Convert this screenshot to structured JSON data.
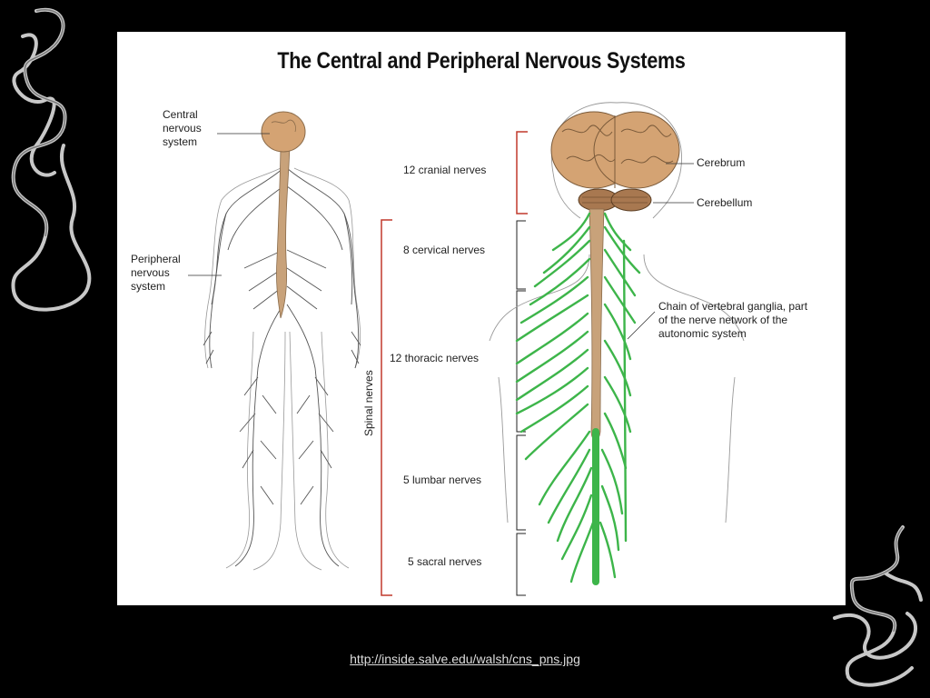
{
  "diagram": {
    "title": "The Central and Peripheral Nervous Systems",
    "left_labels": {
      "cns": "Central\nnervous\nsystem",
      "pns": "Peripheral\nnervous\nsystem"
    },
    "nerve_groups": {
      "cranial": "12 cranial nerves",
      "cervical": "8 cervical nerves",
      "thoracic": "12 thoracic nerves",
      "lumbar": "5 lumbar nerves",
      "sacral": "5 sacral nerves"
    },
    "spinal_nerves_label": "Spinal nerves",
    "right_labels": {
      "cerebrum": "Cerebrum",
      "cerebellum": "Cerebellum",
      "ganglia": "Chain of vertebral ganglia, part\nof the nerve network of the\nautonomic system"
    },
    "colors": {
      "brain": "#d4a373",
      "spinal_cord": "#c8a27a",
      "nerves_green": "#3db54a",
      "bracket_red": "#c0392b",
      "background": "#000000"
    }
  },
  "source_link": "http://inside.salve.edu/walsh/cns_pns.jpg"
}
